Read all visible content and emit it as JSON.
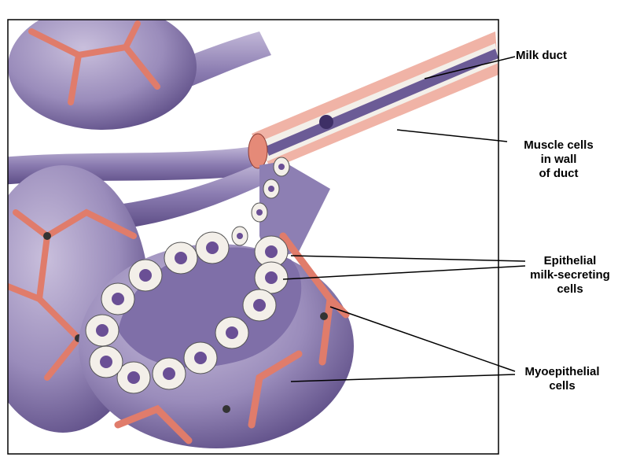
{
  "title": "Mammary gland alveolus and duct",
  "labels": {
    "milk_duct": [
      "Milk duct"
    ],
    "muscle_cells": [
      "Muscle cells",
      "in wall",
      "of duct"
    ],
    "epithelial": [
      "Epithelial",
      "milk-secreting",
      "cells"
    ],
    "myoepithelial": [
      "Myoepithelial",
      "cells"
    ]
  },
  "colors": {
    "lobule": "#9d8fbd",
    "lobule_dark": "#6f5f98",
    "duct": "#8677ad",
    "muscle": "#e58a78",
    "cell": "#f3efe9",
    "nucleus": "#6a4f95"
  }
}
